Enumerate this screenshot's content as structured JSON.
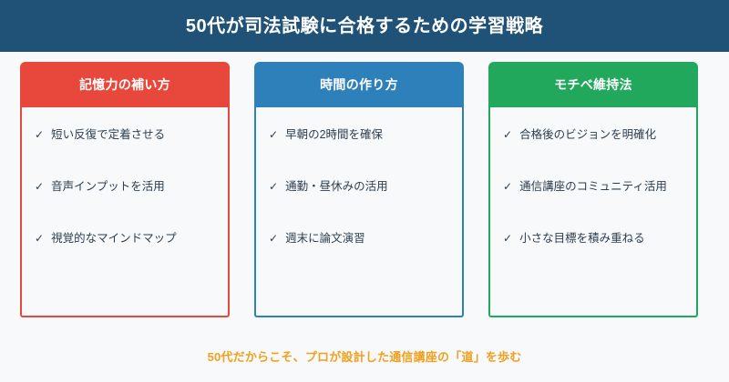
{
  "header": {
    "title": "50代が司法試験に合格するための学習戦略",
    "background_color": "#1f5276",
    "text_color": "#ffffff"
  },
  "page": {
    "background_color": "#f8f9fa"
  },
  "cards": [
    {
      "id": "memory",
      "title": "記憶力の補い方",
      "accent_color": "#e8483c",
      "check_icon": "check-icon",
      "items": [
        {
          "check": "✓",
          "label": "短い反復で定着させる"
        },
        {
          "check": "✓",
          "label": "音声インプットを活用"
        },
        {
          "check": "✓",
          "label": "視覚的なマインドマップ"
        }
      ]
    },
    {
      "id": "time",
      "title": "時間の作り方",
      "accent_color": "#2e80ba",
      "check_icon": "check-icon",
      "items": [
        {
          "check": "✓",
          "label": "早朝の2時間を確保"
        },
        {
          "check": "✓",
          "label": "通勤・昼休みの活用"
        },
        {
          "check": "✓",
          "label": "週末に論文演習"
        }
      ]
    },
    {
      "id": "motivation",
      "title": "モチベ維持法",
      "accent_color": "#22a85c",
      "check_icon": "check-icon",
      "items": [
        {
          "check": "✓",
          "label": "合格後のビジョンを明確化"
        },
        {
          "check": "✓",
          "label": "通信講座のコミュニティ活用"
        },
        {
          "check": "✓",
          "label": "小さな目標を積み重ねる"
        }
      ]
    }
  ],
  "footer": {
    "text": "50代だからこそ、プロが設計した通信講座の「道」を歩む",
    "text_color": "#f0a020"
  }
}
